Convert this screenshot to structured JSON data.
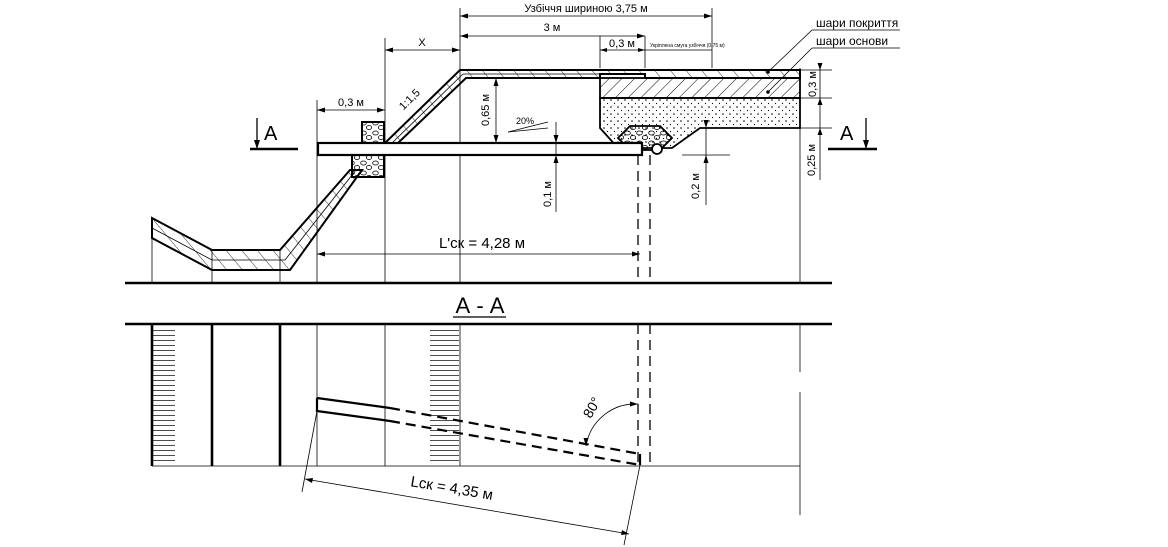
{
  "labels": {
    "shoulder_width": "Узбіччя шириною 3,75 м",
    "dim_3m": "3 м",
    "dim_03m_top": "0,3 м",
    "shoulder_small_note": "Укріплена смуга узбіччя (0,75 м)",
    "legend_cover": "шари покриття",
    "legend_base": "шари основи",
    "dim_x": "X",
    "dim_03m_left": "0,3 м",
    "slope": "1:1,5",
    "dim_065m": "0,65 м",
    "gradient": "20%",
    "dim_01m": "0,1 м",
    "dim_02m": "0,2 м",
    "dim_03m_right": "0,3 м",
    "dim_025m": "0,25 м",
    "section_mark_left": "А",
    "section_mark_right": "А",
    "l_prime": "L'ск = 4,28 м",
    "section_title": "А - А",
    "angle": "80°",
    "l_sk": "Lск = 4,35 м"
  },
  "colors": {
    "line": "#000000",
    "background": "#ffffff"
  }
}
